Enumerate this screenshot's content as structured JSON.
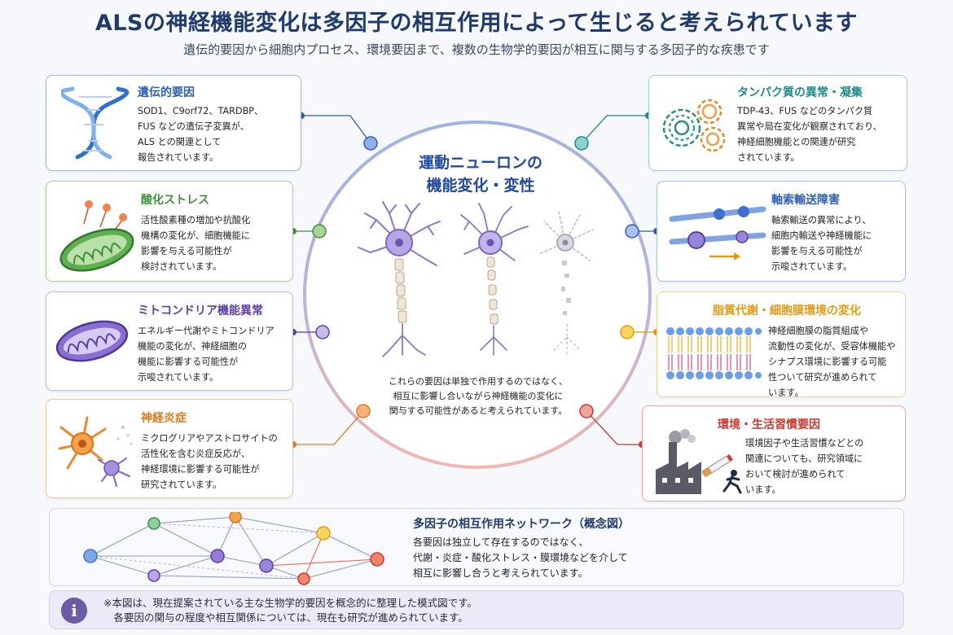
{
  "title": "ALSの神経機能変化は多因子の相互作用によって生じると考えられています",
  "subtitle": "遺伝的要因から細胞内プロセス、環境要因まで、複数の生物学的要因が相互に関与する多因子的な疾患です",
  "center": {
    "title": "運動ニューロンの\n機能変化・変性",
    "note": "これらの要因は単独で作用するのではなく、\n相互に影響し合いながら神経機能の変化に\n関与する可能性があると考えられています。"
  },
  "factors": {
    "genetic": {
      "title": "遺伝的要因",
      "text": "SOD1、C9orf72、TARDBP、\nFUS などの遺伝子変異が、\nALS との関連として\n報告されています。",
      "color": "#2f5fb3",
      "icon": "dna-icon"
    },
    "oxidative": {
      "title": "酸化ストレス",
      "text": "活性酸素種の増加や抗酸化\n機構の変化が、細胞機能に\n影響を与える可能性が\n検討されています。",
      "color": "#3f8f3a",
      "icon": "mitochondria-icon"
    },
    "mito": {
      "title": "ミトコンドリア機能異常",
      "text": "エネルギー代謝やミトコンドリア\n機能の変化が、神経細胞の\n機能に影響する可能性が\n示唆されています。",
      "color": "#5b3fa8",
      "icon": "mitochondria-icon"
    },
    "inflammation": {
      "title": "神経炎症",
      "text": "ミクログリアやアストロサイトの\n活性化を含む炎症反応が、\n神経環境に影響する可能性が\n研究されています。",
      "color": "#e07a1f",
      "icon": "glia-icon"
    },
    "protein": {
      "title": "タンパク質の異常・凝集",
      "text": "TDP-43、FUS などのタンパク質\n異常や局在変化が観察されており、\n神経細胞機能との関連が研究\nされています。",
      "color": "#1f8a8a",
      "icon": "protein-aggregate-icon"
    },
    "axonal": {
      "title": "軸索輸送障害",
      "text": "軸索輸送の異常により、\n細胞内輸送や神経機能に\n影響を与える可能性が\n示唆されています。",
      "color": "#2f5fb3",
      "icon": "axon-transport-icon"
    },
    "lipid": {
      "title": "脂質代謝・細胞膜環境の変化",
      "text": "神経細胞膜の脂質組成や\n流動性の変化が、受容体機能や\nシナプス環境に影響する可能\n性ついて研究が進められて\nいます。",
      "color": "#e39a12",
      "icon": "membrane-icon"
    },
    "environment": {
      "title": "環境・生活習慣要因",
      "text": "環境因子や生活習慣などとの\n関連についても、研究領域に\nおいて検討が進められて\nいます。",
      "color": "#d0362c",
      "icon": "factory-icon"
    }
  },
  "network": {
    "title": "多因子の相互作用ネットワーク（概念図）",
    "text": "各要因は独立して存在するのではなく、\n代謝・炎症・酸化ストレス・膜環境などを介して\n相互に影響し合うと考えられています。"
  },
  "footnote": {
    "text": "※本図は、現在提案されている主な生物学的要因を概念的に整理した模式図です。\n　各要因の関与の程度や相互関係については、現在も研究が進められています。",
    "icon": "info-icon"
  }
}
